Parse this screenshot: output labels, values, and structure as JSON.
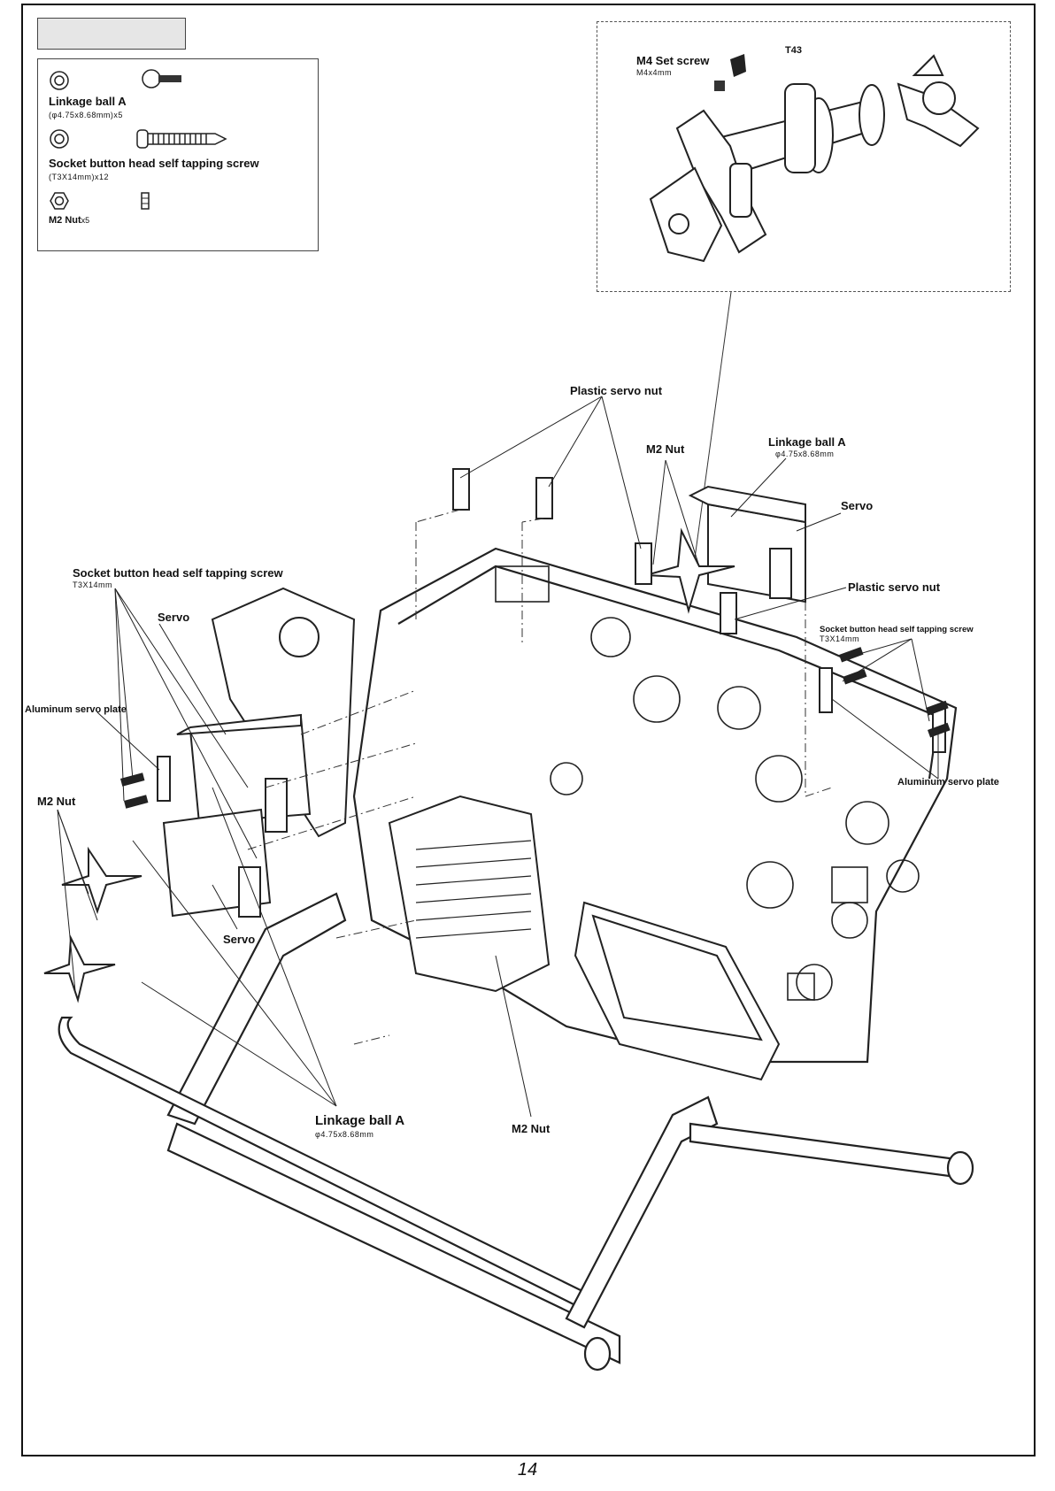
{
  "parts_list": {
    "items": [
      {
        "name": "Linkage ball A",
        "spec": "(φ4.75x8.68mm)x5",
        "icon": "linkage-ball-icon"
      },
      {
        "name": "Socket button head self tapping screw",
        "spec": "(T3X14mm)x12",
        "icon": "tapping-screw-icon"
      },
      {
        "name": "M2 Nut",
        "qty": "x5",
        "icon": "hex-nut-icon"
      }
    ]
  },
  "inset": {
    "set_screw_label": "M4 Set screw",
    "set_screw_spec": "M4x4mm",
    "threadlock_label": "T43"
  },
  "callouts": {
    "plastic_servo_nut_top": "Plastic servo nut",
    "m2_nut_right": "M2 Nut",
    "linkage_ball_right": "Linkage ball A",
    "linkage_ball_right_spec": "φ4.75x8.68mm",
    "servo_right": "Servo",
    "plastic_servo_nut_right": "Plastic servo nut",
    "tapping_screw_right": "Socket button head self tapping screw",
    "tapping_screw_right_spec": "T3X14mm",
    "aluminum_plate_right": "Aluminum servo plate",
    "tapping_screw_left": "Socket button head self tapping screw",
    "tapping_screw_left_spec": "T3X14mm",
    "servo_left_top": "Servo",
    "aluminum_plate_left": "Aluminum servo plate",
    "m2_nut_left": "M2 Nut",
    "servo_left_bottom": "Servo",
    "linkage_ball_bottom": "Linkage ball A",
    "linkage_ball_bottom_spec": "φ4.75x8.68mm",
    "m2_nut_bottom": "M2 Nut"
  },
  "page_number": "14"
}
